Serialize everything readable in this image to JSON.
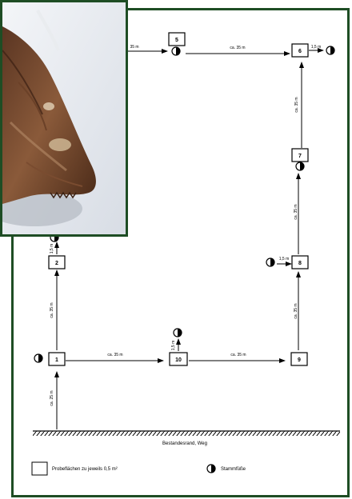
{
  "plots": [
    {
      "id": "1",
      "label": "1"
    },
    {
      "id": "2",
      "label": "2"
    },
    {
      "id": "5",
      "label": "5"
    },
    {
      "id": "6",
      "label": "6"
    },
    {
      "id": "7",
      "label": "7"
    },
    {
      "id": "8",
      "label": "8"
    },
    {
      "id": "9",
      "label": "9"
    },
    {
      "id": "10",
      "label": "10"
    }
  ],
  "distances": {
    "d_1_10": "ca. 35 m",
    "d_10_9": "ca. 35 m",
    "d_9_8": "ca. 35 m",
    "d_8_7": "ca. 35 m",
    "d_7_6": "ca. 35 m",
    "d_5_6": "ca. 35 m",
    "d_top_5": "35 m",
    "d_1_2": "ca. 35 m",
    "d_edge_1": "ca. 25 m",
    "d_small": "1,5 m"
  },
  "edge_label": "Bestandesrand, Weg",
  "legend": {
    "plot_text": "Probeflächen zu jeweils 0,5 m²",
    "trunk_text": "Stammfüße"
  },
  "colors": {
    "frame": "#1e4d24",
    "ink": "#000000"
  }
}
